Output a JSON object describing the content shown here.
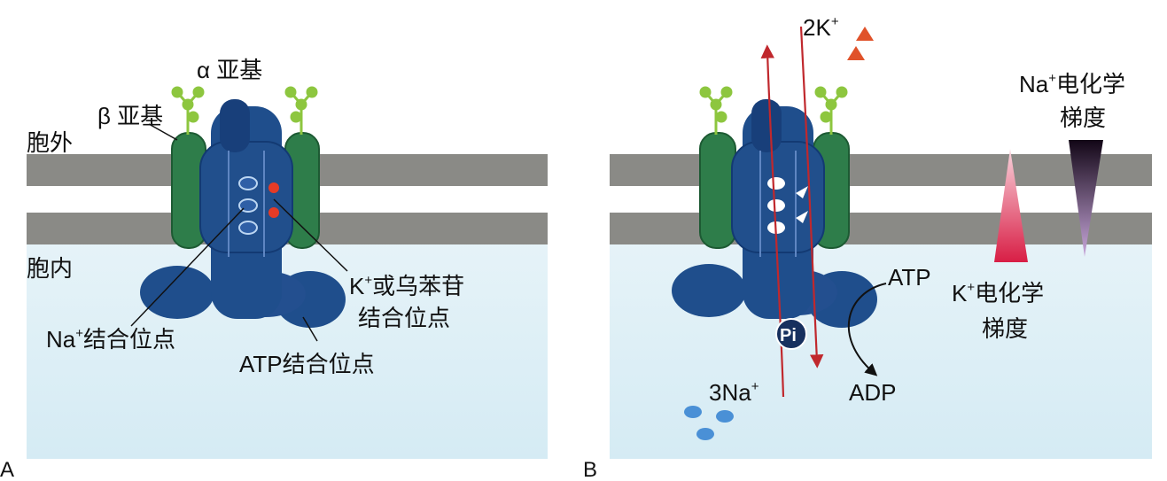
{
  "panels": {
    "a": {
      "letter": "A",
      "extracellular": "胞外",
      "intracellular": "胞内",
      "alpha_subunit": "α 亚基",
      "beta_subunit": "β 亚基",
      "na_binding": {
        "ion": "Na",
        "charge": "+",
        "text": "结合位点"
      },
      "k_binding": {
        "ion": "K",
        "charge": "+",
        "text_line1": "或乌苯苷",
        "text_line2": "结合位点"
      },
      "atp_binding": "ATP结合位点"
    },
    "b": {
      "letter": "B",
      "k_ions": {
        "count": "2K",
        "charge": "+"
      },
      "na_ions": {
        "count": "3Na",
        "charge": "+"
      },
      "atp": "ATP",
      "adp": "ADP",
      "pi": "Pi",
      "na_gradient": {
        "ion": "Na",
        "charge": "+",
        "line1_rest": "电化学",
        "line2": "梯度"
      },
      "k_gradient": {
        "ion": "K",
        "charge": "+",
        "line1_rest": "电化学",
        "line2": "梯度"
      }
    }
  },
  "colors": {
    "membrane": "#8a8a86",
    "cytoplasm": "#dbeef6",
    "alpha": "#1f4e8c",
    "alpha_dark": "#0f2f6b",
    "beta": "#2e7d4a",
    "sugar": "#8dc63f",
    "arrow": "#c0282d",
    "k_ion": "#e0522a",
    "na_ion": "#4a90d6"
  },
  "icons": [
    "sugar-chain-icon",
    "na-ion-icon",
    "k-ion-icon",
    "phosphate-icon",
    "gradient-wedge-icon"
  ]
}
